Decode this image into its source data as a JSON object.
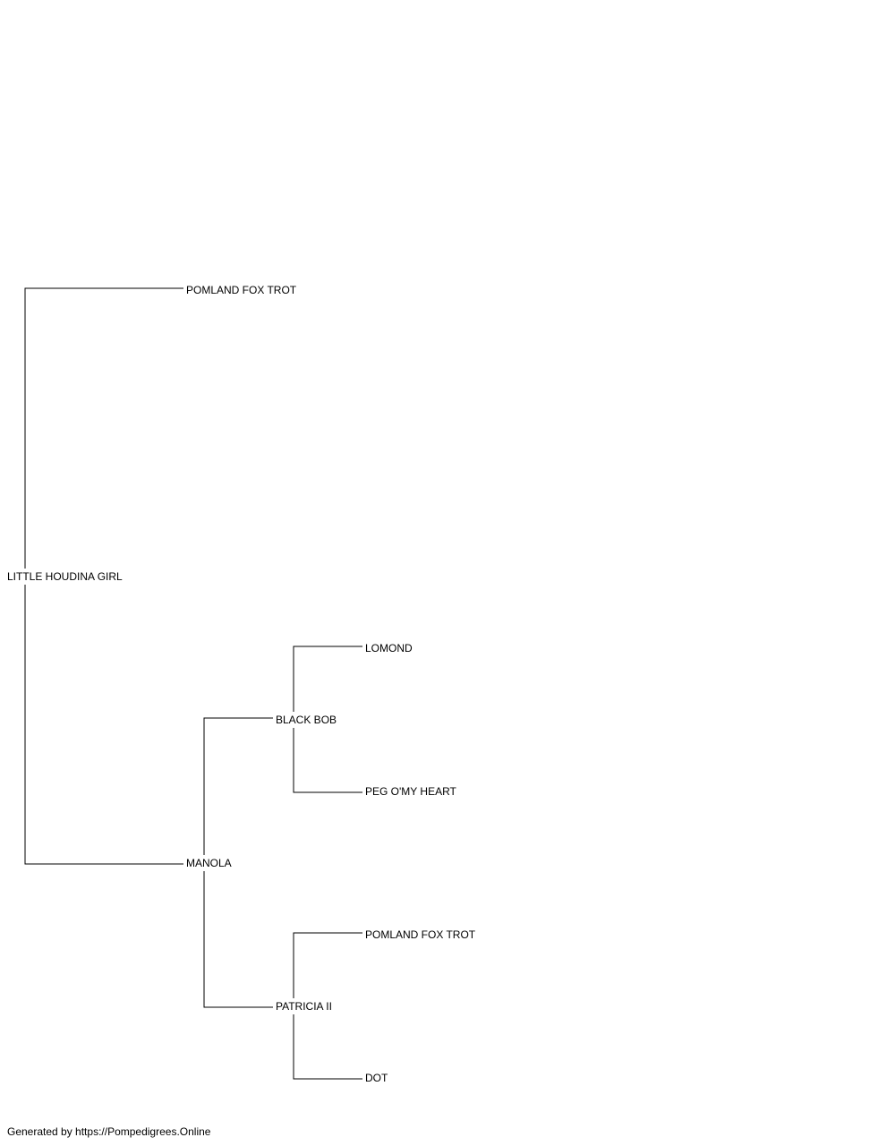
{
  "pedigree": {
    "subject": "LITTLE HOUDINA GIRL",
    "sire": {
      "name": "POMLAND FOX TROT"
    },
    "dam": {
      "name": "MANOLA",
      "sire": {
        "name": "BLACK BOB",
        "sire": {
          "name": "LOMOND"
        },
        "dam": {
          "name": "PEG O'MY HEART"
        }
      },
      "dam": {
        "name": "PATRICIA II",
        "sire": {
          "name": "POMLAND FOX TROT"
        },
        "dam": {
          "name": "DOT"
        }
      }
    }
  },
  "footer": {
    "text": "Generated by https://Pompedigrees.Online"
  }
}
